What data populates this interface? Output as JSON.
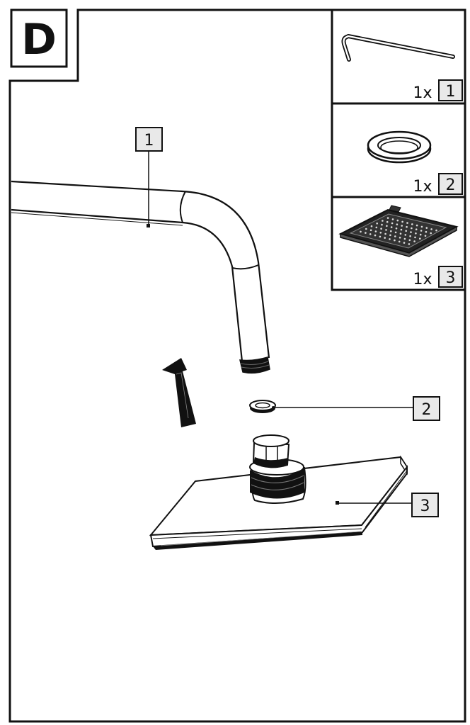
{
  "step": {
    "letter": "D"
  },
  "parts": [
    {
      "qty": "1x",
      "num": "1",
      "icon": "hex-key-icon"
    },
    {
      "qty": "1x",
      "num": "2",
      "icon": "sealing-ring-icon"
    },
    {
      "qty": "1x",
      "num": "3",
      "icon": "rain-shower-head-icon"
    }
  ],
  "callouts": [
    {
      "num": "1",
      "target": "shower-arm"
    },
    {
      "num": "2",
      "target": "sealing-ring"
    },
    {
      "num": "3",
      "target": "shower-head"
    }
  ],
  "colors": {
    "line": "#111111",
    "label_fill": "#e9e9e9",
    "background": "#ffffff"
  }
}
